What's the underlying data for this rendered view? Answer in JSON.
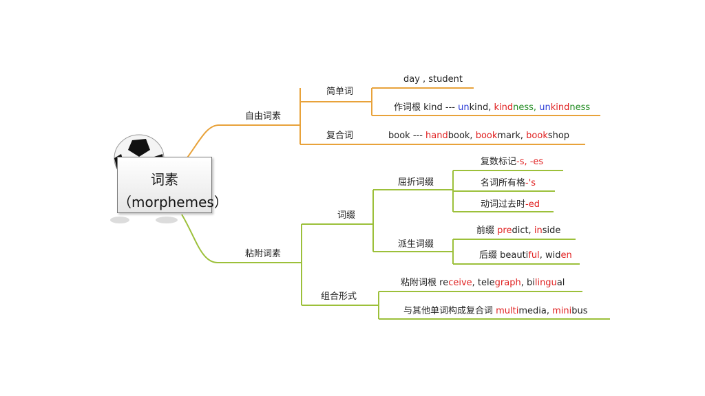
{
  "root": {
    "title": "词素",
    "subtitle": "（morphemes）"
  },
  "colors": {
    "branch_free": "#e8a23a",
    "branch_bound": "#9cc03a"
  },
  "branches": {
    "free": {
      "label": "自由词素",
      "simple": {
        "label": "简单词",
        "items": [
          [
            {
              "t": "day , student",
              "c": "black"
            }
          ],
          [
            {
              "t": "作词根 kind --- ",
              "c": "black"
            },
            {
              "t": "un",
              "c": "blue"
            },
            {
              "t": "kind, ",
              "c": "black"
            },
            {
              "t": "kind",
              "c": "red"
            },
            {
              "t": "ness, ",
              "c": "green"
            },
            {
              "t": "un",
              "c": "blue"
            },
            {
              "t": "kind",
              "c": "red"
            },
            {
              "t": "ness",
              "c": "green"
            }
          ]
        ]
      },
      "compound": {
        "label": "复合词",
        "items": [
          [
            {
              "t": "book --- ",
              "c": "black"
            },
            {
              "t": "hand",
              "c": "red"
            },
            {
              "t": "book, ",
              "c": "black"
            },
            {
              "t": "book",
              "c": "red"
            },
            {
              "t": "mark, ",
              "c": "black"
            },
            {
              "t": "book",
              "c": "red"
            },
            {
              "t": "shop",
              "c": "black"
            }
          ]
        ]
      }
    },
    "bound": {
      "label": "粘附词素",
      "affix": {
        "label": "词缀",
        "inflectional": {
          "label": "屈折词缀",
          "items": [
            [
              {
                "t": "复数标记",
                "c": "black"
              },
              {
                "t": "-s, -es",
                "c": "red"
              }
            ],
            [
              {
                "t": "名词所有格",
                "c": "black"
              },
              {
                "t": "-'s",
                "c": "red"
              }
            ],
            [
              {
                "t": "动词过去时",
                "c": "black"
              },
              {
                "t": "-ed",
                "c": "red"
              }
            ]
          ]
        },
        "derivational": {
          "label": "派生词缀",
          "items": [
            [
              {
                "t": "前缀 ",
                "c": "black"
              },
              {
                "t": "pre",
                "c": "red"
              },
              {
                "t": "dict, ",
                "c": "black"
              },
              {
                "t": "in",
                "c": "red"
              },
              {
                "t": "side",
                "c": "black"
              }
            ],
            [
              {
                "t": "后缀 beauti",
                "c": "black"
              },
              {
                "t": "ful",
                "c": "red"
              },
              {
                "t": ", wid",
                "c": "black"
              },
              {
                "t": "en",
                "c": "red"
              }
            ]
          ]
        }
      },
      "combining": {
        "label": "组合形式",
        "items": [
          [
            {
              "t": "粘附词根 ",
              "c": "black"
            },
            {
              "t": "re",
              "c": "black"
            },
            {
              "t": "ceive",
              "c": "red"
            },
            {
              "t": ", tele",
              "c": "black"
            },
            {
              "t": "graph",
              "c": "red"
            },
            {
              "t": ", bi",
              "c": "black"
            },
            {
              "t": "lingu",
              "c": "red"
            },
            {
              "t": "al",
              "c": "black"
            }
          ],
          [
            {
              "t": "与其他单词构成复合词 ",
              "c": "black"
            },
            {
              "t": "multi",
              "c": "red"
            },
            {
              "t": "media, ",
              "c": "black"
            },
            {
              "t": "mini",
              "c": "red"
            },
            {
              "t": "bus",
              "c": "black"
            }
          ]
        ]
      }
    }
  }
}
